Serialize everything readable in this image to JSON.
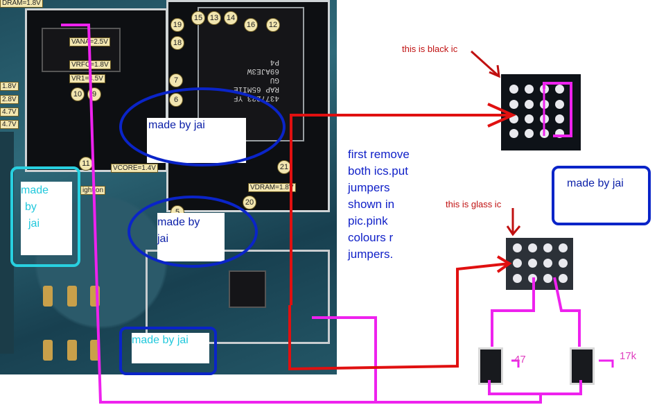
{
  "board": {
    "voltage_tags": [
      "DRAM=1.8V",
      "VANA=2.5V",
      "VRFC=1.8V",
      "VR1=4.5V",
      "1.8V",
      "2.8V",
      "4.7V",
      "4.7V",
      "VCORE=1.4V",
      "VDRAM=1.8V",
      "ight on"
    ],
    "test_points": [
      "19",
      "18",
      "15",
      "13",
      "14",
      "16",
      "12",
      "7",
      "6",
      "10",
      "9",
      "11",
      "21",
      "20",
      "5"
    ],
    "chip_marking": [
      "4377223  YF",
      "RAP  65MIIE",
      "GU",
      "69AJE3W",
      "P4"
    ]
  },
  "labels": {
    "made_by": "made by jai",
    "made_by_stacked": [
      "made",
      "by",
      "jai"
    ],
    "made_by_split": [
      "made by",
      "jai"
    ]
  },
  "annotations": {
    "black_ic": "this is black ic",
    "glass_ic": "this is glass ic",
    "instructions": [
      "first remove",
      "both ics.put",
      "jumpers",
      "shown in",
      "pic.pink",
      "colours r",
      "jumpers."
    ],
    "resistor_left": "47",
    "resistor_right": "17k"
  },
  "colors": {
    "jumper": "#ee22ee",
    "signal_line": "#e01010",
    "box_blue": "#0a24c8",
    "box_cyan": "#28d0e0"
  }
}
